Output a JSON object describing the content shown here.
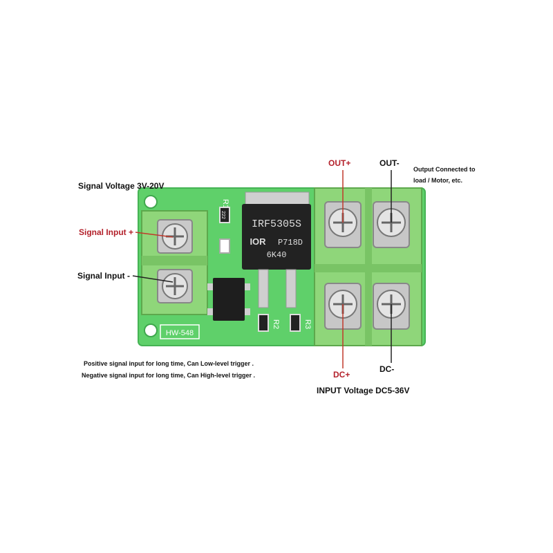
{
  "labels": {
    "signal_voltage": "Signal Voltage 3V-20V",
    "signal_input_plus": "Signal Input +",
    "signal_input_minus": "Signal Input -",
    "out_plus": "OUT+",
    "out_minus": "OUT-",
    "output_note_line1": "Output Connected to",
    "output_note_line2": "load / Motor, etc.",
    "dc_plus": "DC+",
    "dc_minus": "DC-",
    "input_voltage": "INPUT Voltage DC5-36V",
    "note_line1": "Positive signal input for long time, Can Low-level trigger .",
    "note_line2": "Negative signal input for long time, Can High-level trigger ."
  },
  "board": {
    "silkscreen_model": "HW-548",
    "r1": "R1",
    "r2": "R2",
    "r3": "R3",
    "resistor_code": "222",
    "mosfet_part": "IRF5305S",
    "mosfet_logo": "IOR",
    "mosfet_code1": "P718D",
    "mosfet_code2": "6K40"
  },
  "colors": {
    "pcb_green": "#5fd06a",
    "terminal_green": "#8fd67a",
    "label_red": "#b3202a",
    "label_dark": "#111111",
    "leader_red": "#c0392b"
  }
}
